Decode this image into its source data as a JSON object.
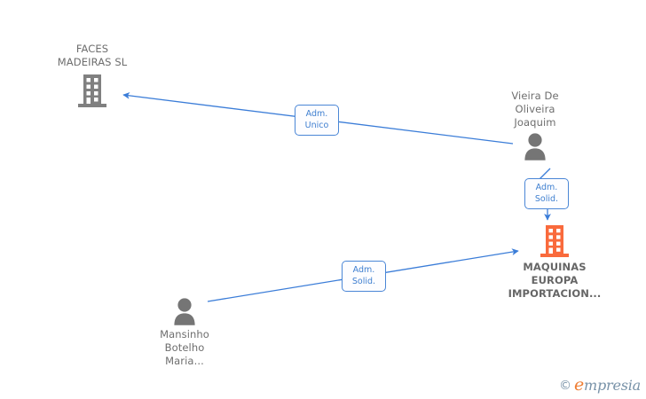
{
  "diagram": {
    "title": "Corporate relationship graph",
    "background_color": "#ffffff",
    "edge_color": "#3b7dd8",
    "company_icon_color_inactive": "#808080",
    "company_icon_color_active": "#f96a3c",
    "person_icon_color": "#757575",
    "label_color": "#6e6e6e",
    "badge_border_color": "#4a86d6",
    "badge_text_color": "#3f7fd0"
  },
  "nodes": [
    {
      "id": "faces-madeiras",
      "type": "company",
      "icon": "building-icon",
      "label": "FACES\nMADEIRAS SL",
      "highlight": false,
      "label_position": "top"
    },
    {
      "id": "vieira-de-oliveira-joaquim",
      "type": "person",
      "icon": "person-icon",
      "label": "Vieira De\nOliveira\nJoaquim",
      "highlight": false,
      "label_position": "top"
    },
    {
      "id": "maquinas-europa",
      "type": "company",
      "icon": "building-icon",
      "label": "MAQUINAS\nEUROPA\nIMPORTACION...",
      "highlight": true,
      "label_position": "bottom"
    },
    {
      "id": "mansinho-botelho-maria",
      "type": "person",
      "icon": "person-icon",
      "label": "Mansinho\nBotelho\nMaria...",
      "highlight": false,
      "label_position": "bottom"
    }
  ],
  "edges": [
    {
      "id": "edge-vieira-to-faces",
      "from": "vieira-de-oliveira-joaquim",
      "to": "faces-madeiras",
      "badge": "Adm.\nUnico"
    },
    {
      "id": "edge-vieira-to-maquinas",
      "from": "vieira-de-oliveira-joaquim",
      "to": "maquinas-europa",
      "badge": "Adm.\nSolid."
    },
    {
      "id": "edge-mansinho-to-maquinas",
      "from": "mansinho-botelho-maria",
      "to": "maquinas-europa",
      "badge": "Adm.\nSolid."
    }
  ],
  "watermark": {
    "copyright_symbol": "©",
    "brand_lead": "e",
    "brand_rest": "mpresia"
  }
}
